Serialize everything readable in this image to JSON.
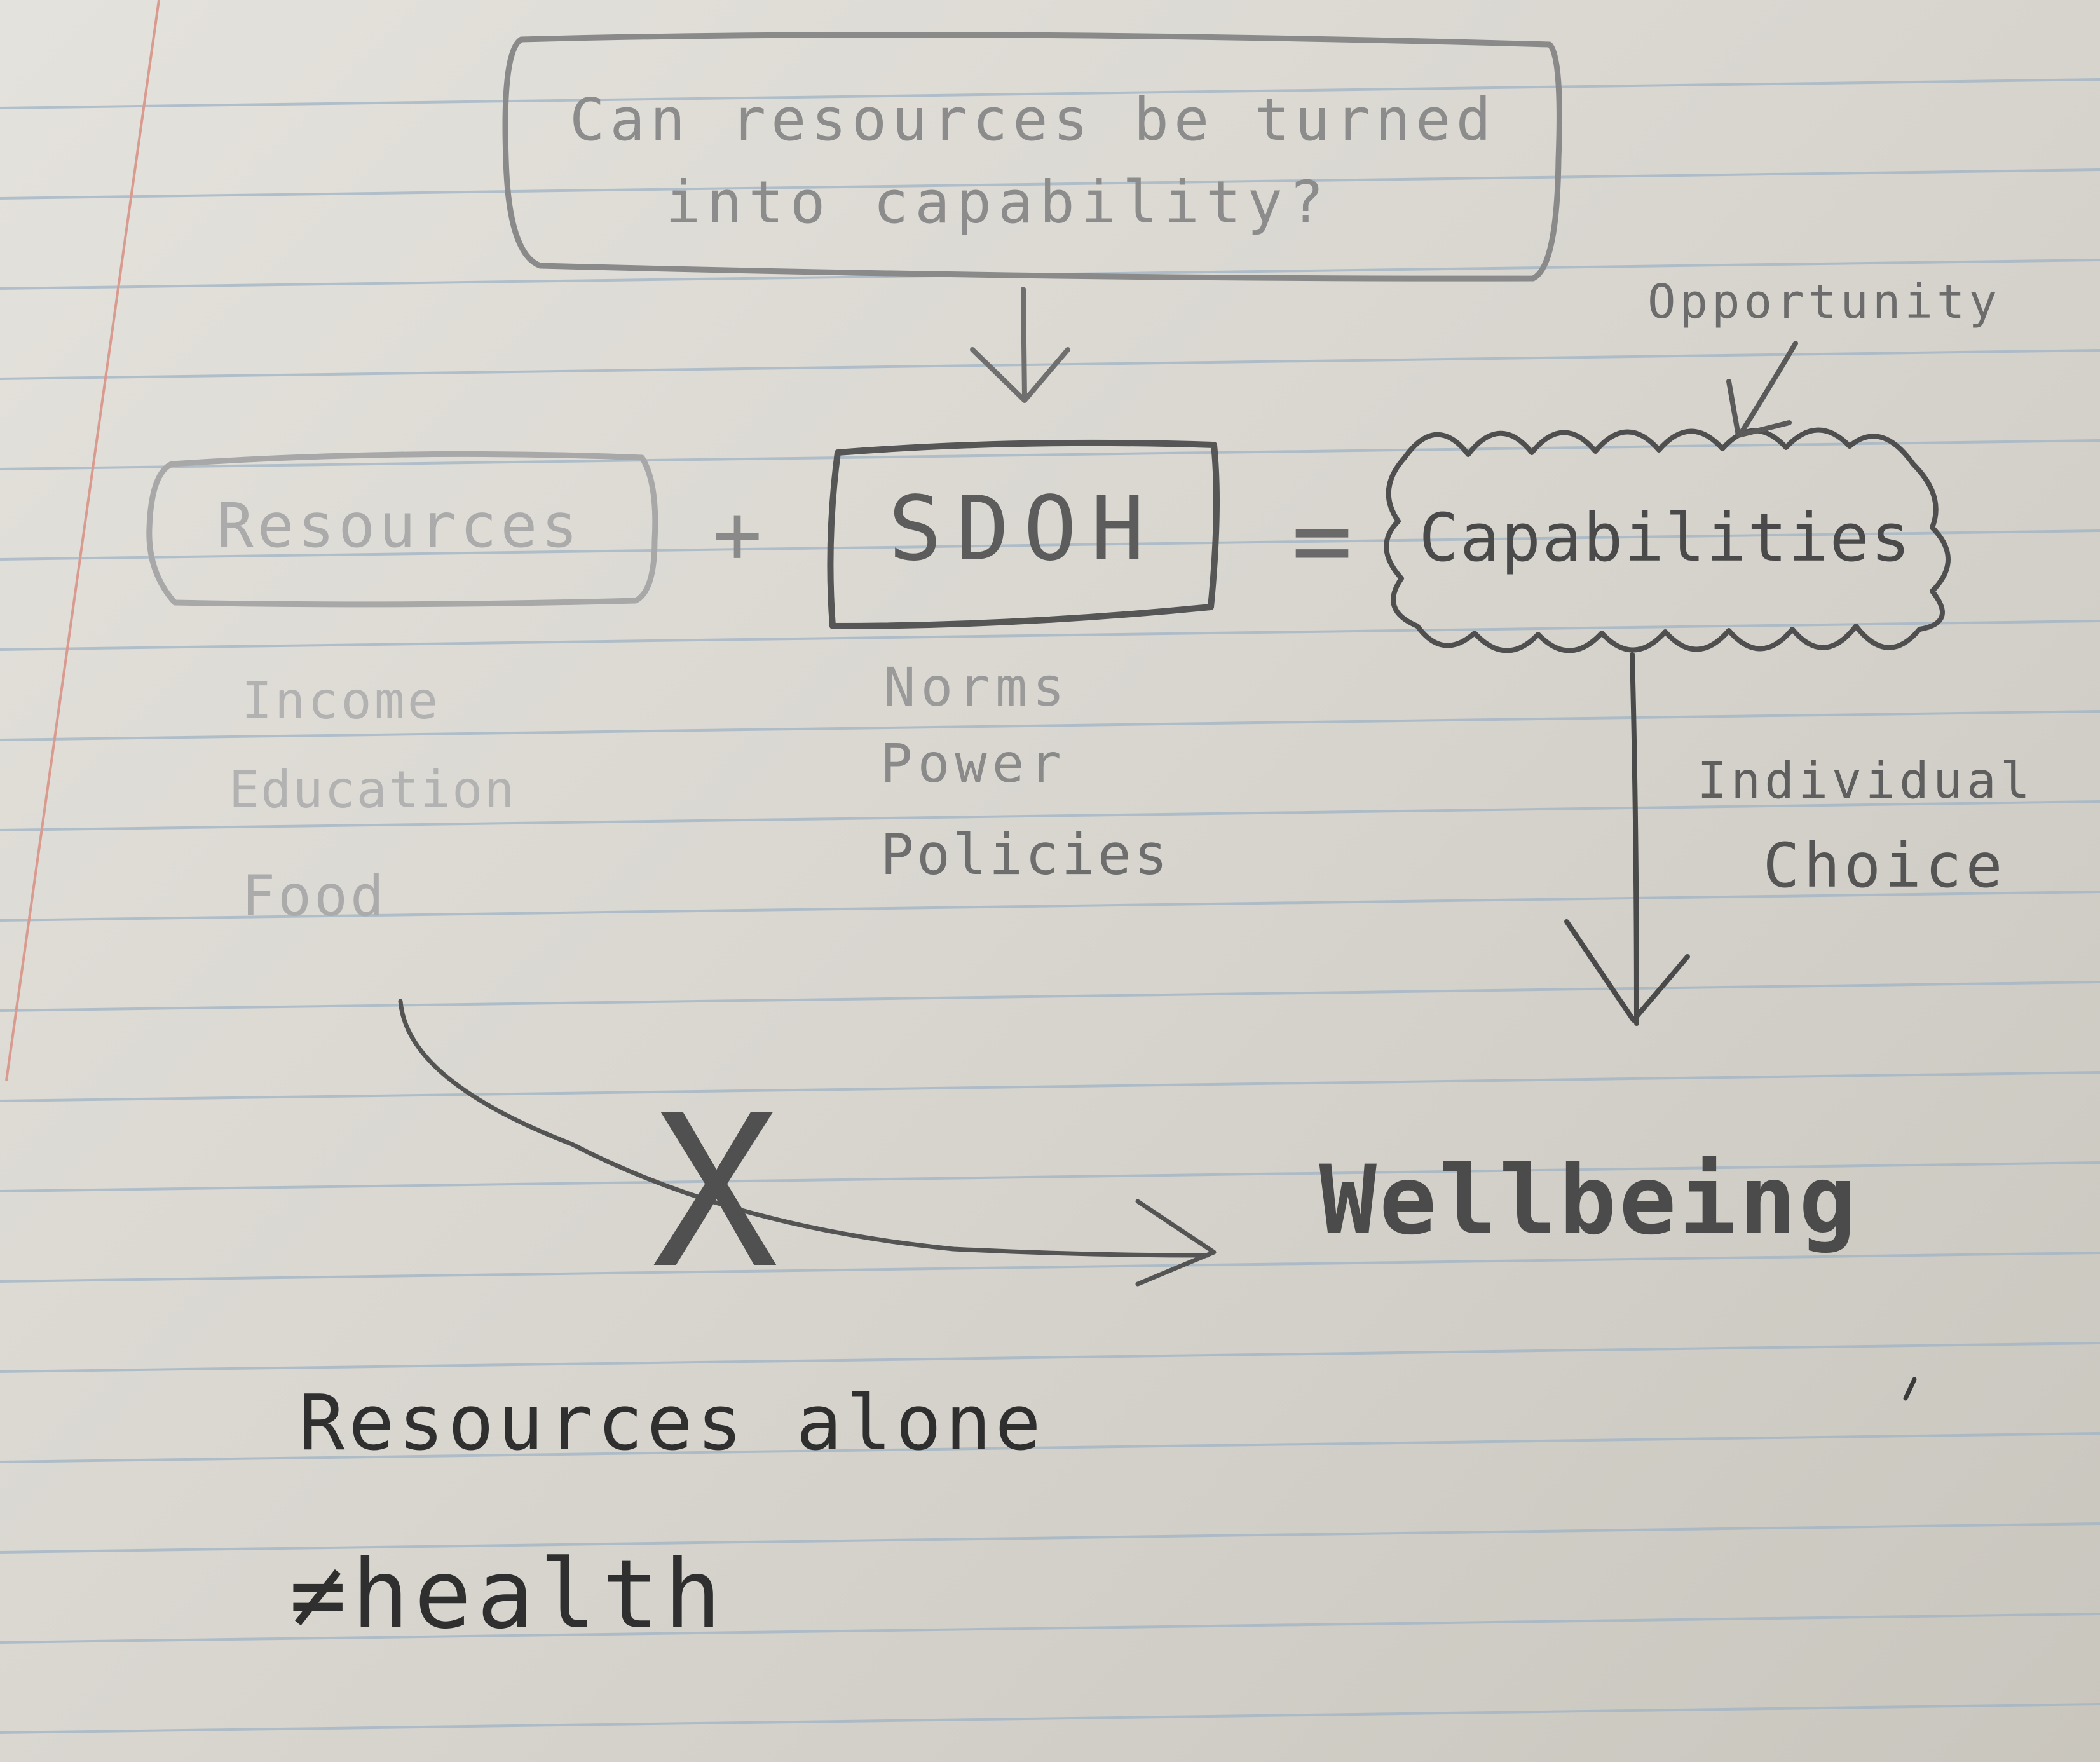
{
  "diagram": {
    "question": [
      "Can resources be turned",
      "into capability?"
    ],
    "resources_box": "Resources",
    "plus": "+",
    "sdoh_box": "SDOH",
    "equals": "=",
    "capabilities_box": "Capabilities",
    "opportunity": "Opportunity",
    "resource_items": [
      "Income",
      "Education",
      "Food"
    ],
    "sdoh_items": [
      "Norms",
      "Power",
      "Policies"
    ],
    "choice_label": [
      "Individual",
      "Choice"
    ],
    "crossed_mark": "X",
    "outcome": "Wellbeing",
    "conclusion": [
      "Resources alone",
      "≠health"
    ]
  },
  "colors": {
    "paper": "#dedcd5",
    "rule_line": "#9fb3c4",
    "margin_line": "#d99a8f",
    "pencil_dark": "#3d3d3d",
    "pencil_mid": "#6b6b6b",
    "pencil_light": "#a3a3a3"
  }
}
